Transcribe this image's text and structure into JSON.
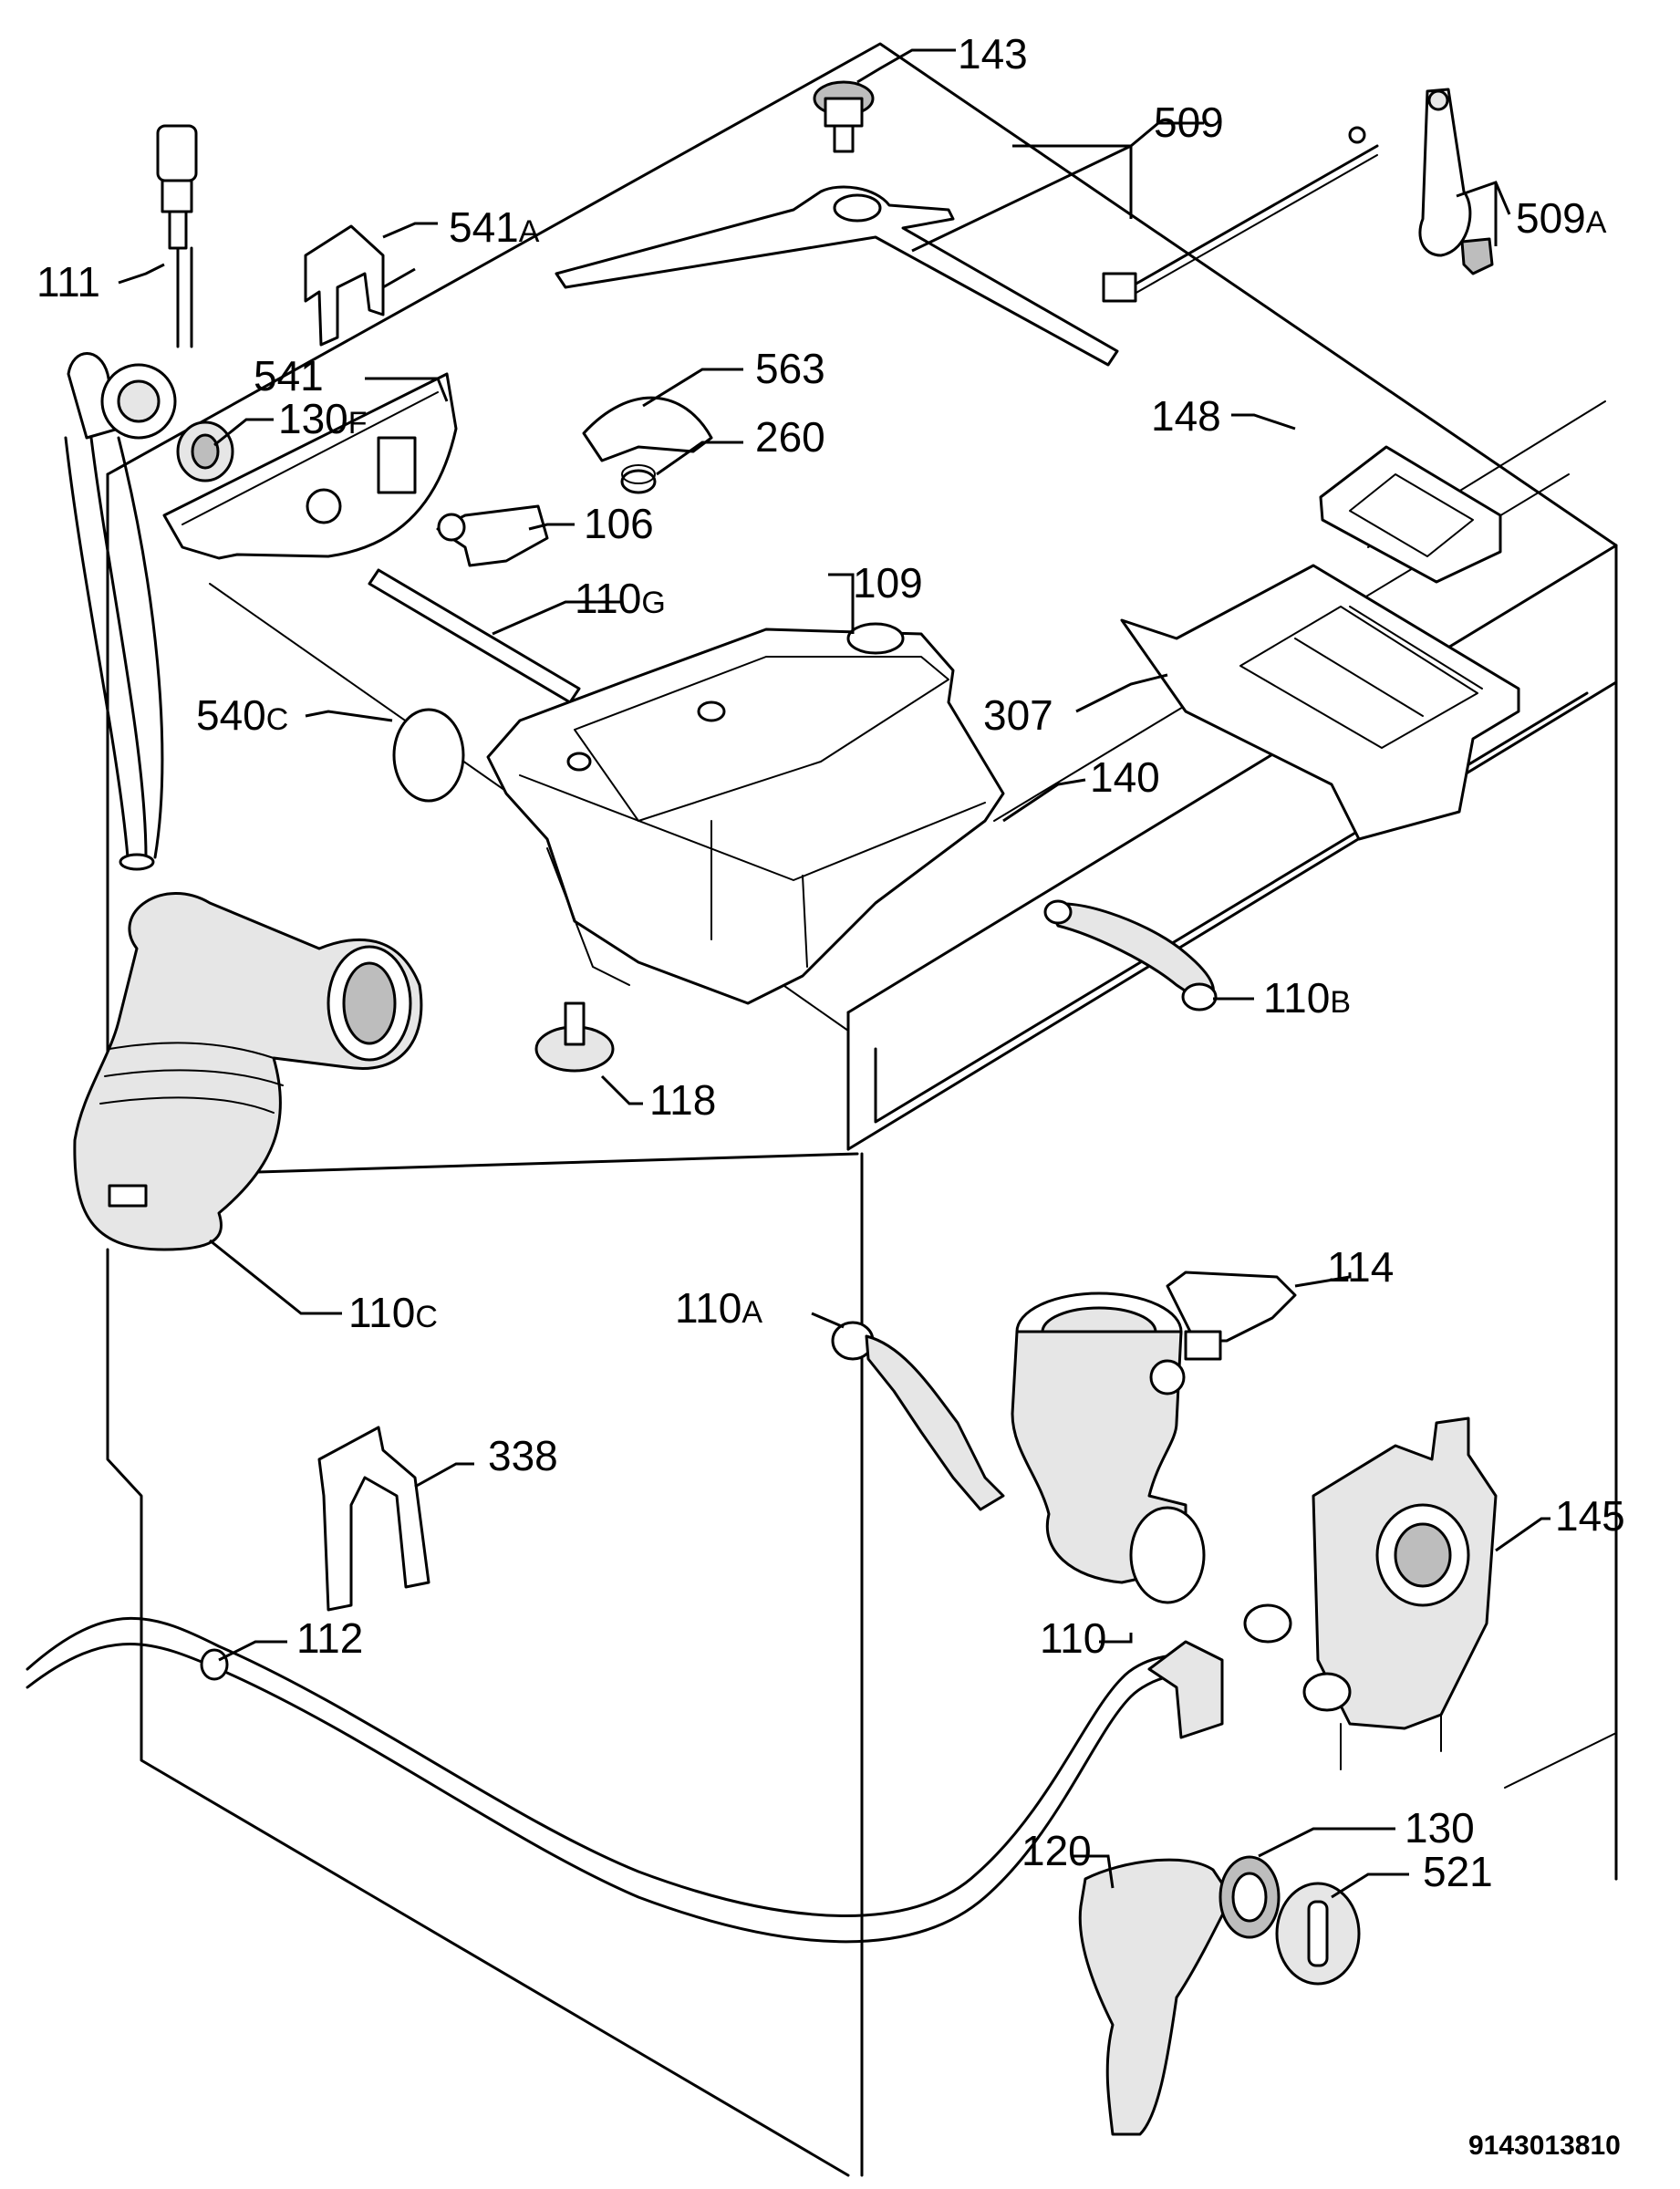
{
  "diagram": {
    "type": "exploded-parts-view",
    "parts": [
      {
        "id": "143",
        "label": "143",
        "suffix": ""
      },
      {
        "id": "509",
        "label": "509",
        "suffix": ""
      },
      {
        "id": "509A",
        "label": "509",
        "suffix": "A"
      },
      {
        "id": "541A",
        "label": "541",
        "suffix": "A"
      },
      {
        "id": "111",
        "label": "111",
        "suffix": ""
      },
      {
        "id": "563",
        "label": "563",
        "suffix": ""
      },
      {
        "id": "541",
        "label": "541",
        "suffix": ""
      },
      {
        "id": "130F",
        "label": "130",
        "suffix": "F"
      },
      {
        "id": "260",
        "label": "260",
        "suffix": ""
      },
      {
        "id": "148",
        "label": "148",
        "suffix": ""
      },
      {
        "id": "106",
        "label": "106",
        "suffix": ""
      },
      {
        "id": "110G",
        "label": "110",
        "suffix": "G"
      },
      {
        "id": "109",
        "label": "109",
        "suffix": ""
      },
      {
        "id": "540C",
        "label": "540",
        "suffix": "C"
      },
      {
        "id": "307",
        "label": "307",
        "suffix": ""
      },
      {
        "id": "140",
        "label": "140",
        "suffix": ""
      },
      {
        "id": "110B",
        "label": "110",
        "suffix": "B"
      },
      {
        "id": "118",
        "label": "118",
        "suffix": ""
      },
      {
        "id": "110C",
        "label": "110",
        "suffix": "C"
      },
      {
        "id": "114",
        "label": "114",
        "suffix": ""
      },
      {
        "id": "110A",
        "label": "110",
        "suffix": "A"
      },
      {
        "id": "338",
        "label": "338",
        "suffix": ""
      },
      {
        "id": "145",
        "label": "145",
        "suffix": ""
      },
      {
        "id": "112",
        "label": "112",
        "suffix": ""
      },
      {
        "id": "110",
        "label": "110",
        "suffix": ""
      },
      {
        "id": "130",
        "label": "130",
        "suffix": ""
      },
      {
        "id": "120",
        "label": "120",
        "suffix": ""
      },
      {
        "id": "521",
        "label": "521",
        "suffix": ""
      }
    ],
    "drawing_number": "9143013810"
  }
}
